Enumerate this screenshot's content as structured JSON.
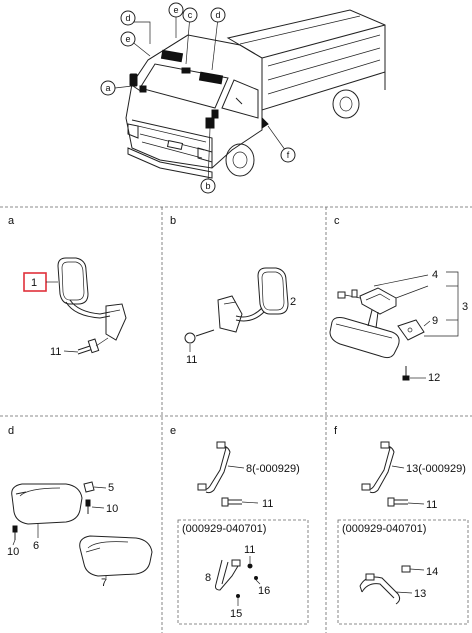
{
  "callouts_top": [
    "d",
    "e",
    "c",
    "d",
    "e",
    "a",
    "f",
    "b"
  ],
  "panels": {
    "a": {
      "id": "a",
      "labels": [
        "1",
        "11"
      ]
    },
    "b": {
      "id": "b",
      "labels": [
        "2",
        "11"
      ]
    },
    "c": {
      "id": "c",
      "labels": [
        "4",
        "3",
        "9",
        "12"
      ]
    },
    "d": {
      "id": "d",
      "labels": [
        "5",
        "10",
        "6",
        "10",
        "7"
      ]
    },
    "e": {
      "id": "e",
      "labels": [
        "8(-000929)",
        "11",
        "(000929-040701)",
        "11",
        "8",
        "16",
        "15"
      ]
    },
    "f": {
      "id": "f",
      "labels": [
        "13(-000929)",
        "11",
        "(000929-040701)",
        "14",
        "13"
      ]
    }
  },
  "highlight": {
    "label": "1",
    "color": "#e0303a"
  }
}
